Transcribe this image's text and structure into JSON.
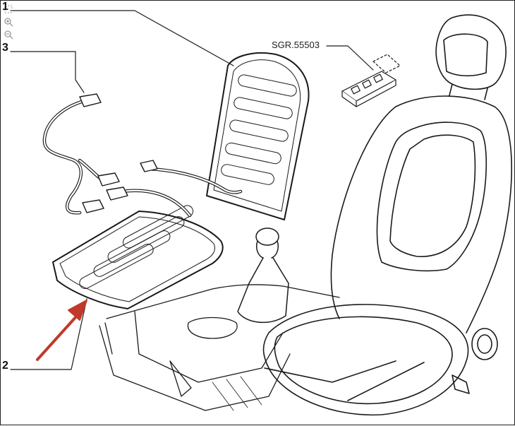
{
  "toolbar": {
    "fit_icon": "fit-to-screen-icon",
    "zoom_in_icon": "zoom-in-icon",
    "zoom_out_icon": "zoom-out-icon"
  },
  "callouts": {
    "one": "1",
    "two": "2",
    "three": "3"
  },
  "reference_label": "SGR.55503",
  "colors": {
    "line": "#1a1a1a",
    "arrow": "#c0392b",
    "background": "#ffffff"
  }
}
